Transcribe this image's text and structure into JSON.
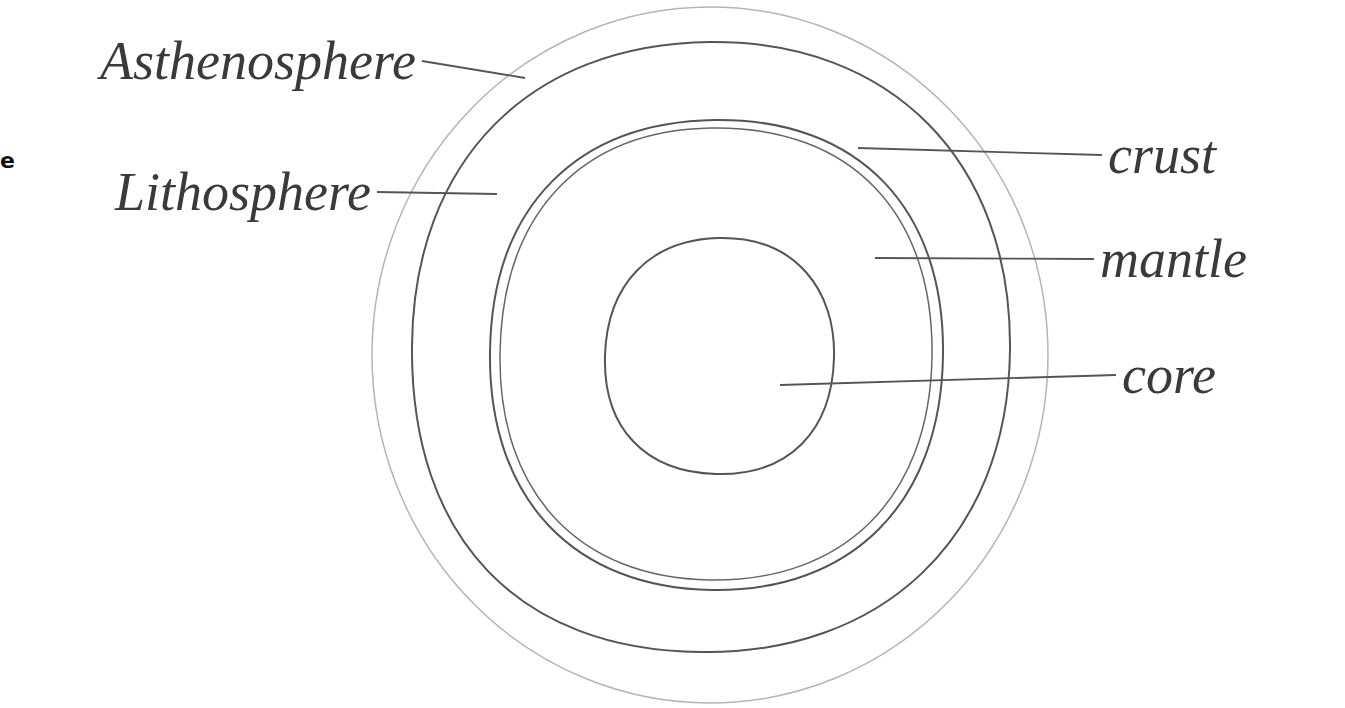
{
  "diagram": {
    "labels": [
      "Asthenosphere",
      "Lithosphere",
      "crust",
      "mantle",
      "core",
      "e"
    ]
  }
}
